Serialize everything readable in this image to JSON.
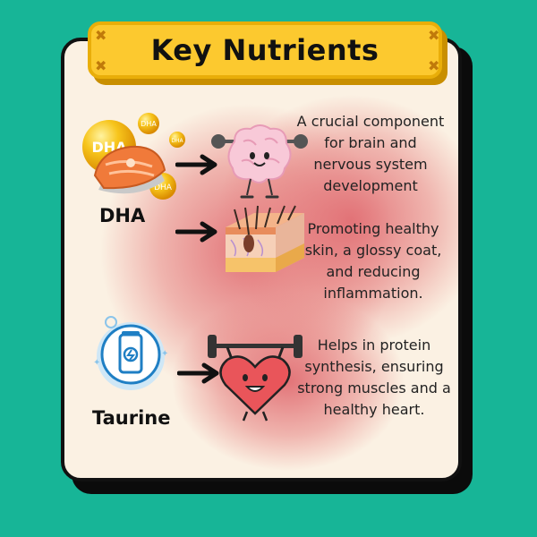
{
  "title": "Key Nutrients",
  "colors": {
    "background": "#17b597",
    "card": "#fbf1e3",
    "title_fill": "#fcc92f",
    "title_border": "#e9ae09",
    "glow": "#e06e73"
  },
  "sections": [
    {
      "nutrient": "DHA",
      "benefits": [
        {
          "icon": "brain-icon",
          "lines": [
            "A crucial component",
            "for brain and",
            "nervous system",
            "development"
          ]
        },
        {
          "icon": "skin-layers-icon",
          "lines": [
            "Promoting healthy",
            "skin, a glossy coat,",
            "and reducing",
            "inflammation."
          ]
        }
      ],
      "badge_text": "DHA"
    },
    {
      "nutrient": "Taurine",
      "benefits": [
        {
          "icon": "heart-lifting-icon",
          "lines": [
            "Helps in protein",
            "synthesis, ensuring",
            "strong muscles and a",
            "healthy heart."
          ]
        }
      ]
    }
  ]
}
